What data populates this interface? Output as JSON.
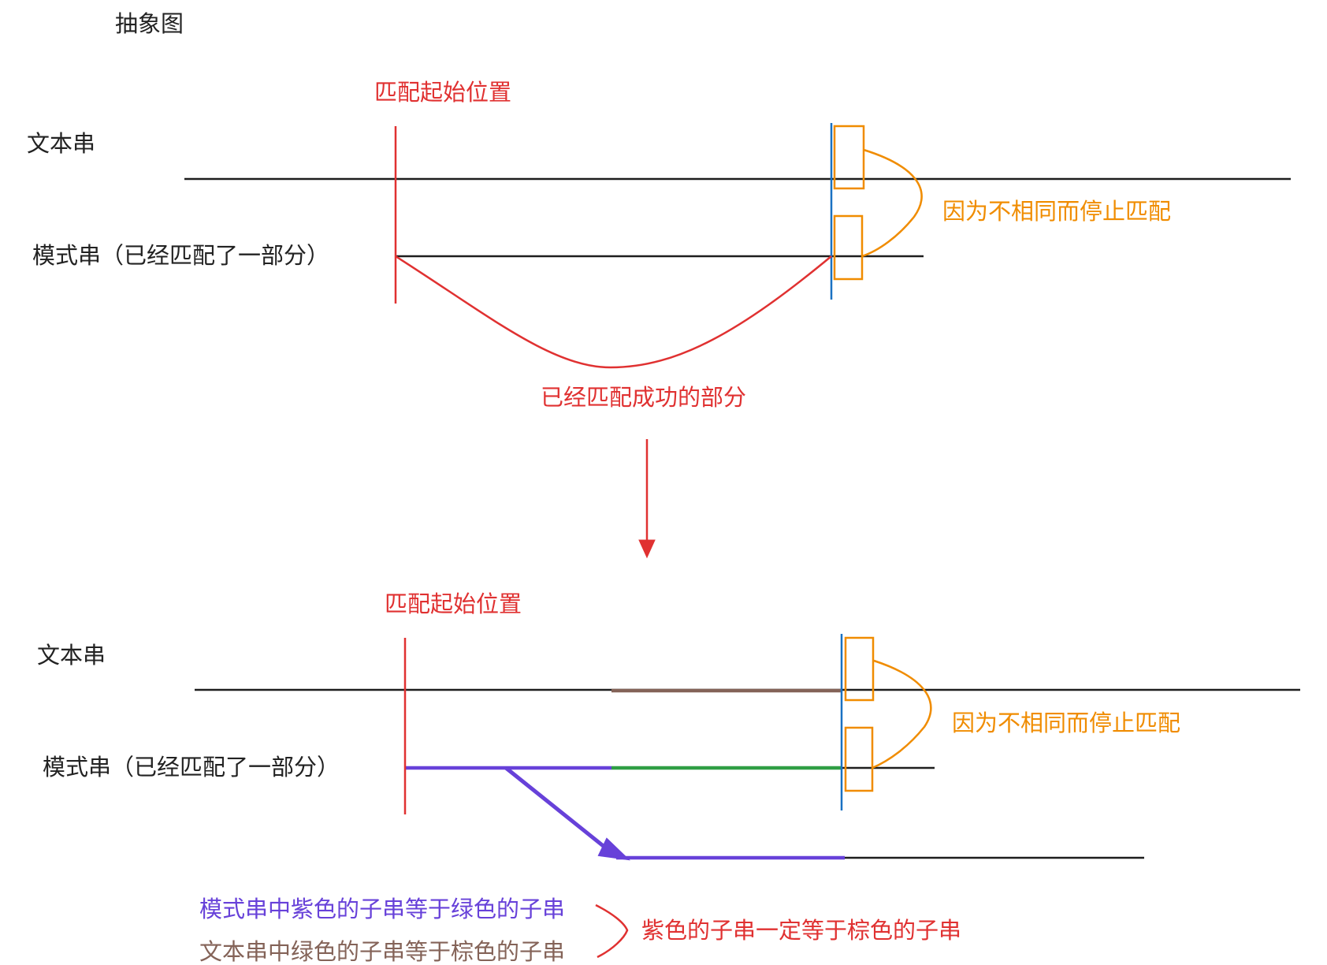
{
  "title": "抽象图",
  "top": {
    "start_label": "匹配起始位置",
    "text_label": "文本串",
    "pattern_label": "模式串（已经匹配了一部分）",
    "mismatch_label": "因为不相同而停止匹配",
    "matched_label": "已经匹配成功的部分"
  },
  "bottom": {
    "start_label": "匹配起始位置",
    "text_label": "文本串",
    "pattern_label": "模式串（已经匹配了一部分）",
    "mismatch_label": "因为不相同而停止匹配"
  },
  "notes": {
    "line1": "模式串中紫色的子串等于绿色的子串",
    "line2": "文本串中绿色的子串等于棕色的子串",
    "conclusion": "紫色的子串一定等于棕色的子串"
  },
  "colors": {
    "black": "#1e1e1e",
    "red": "#e03131",
    "blue": "#1971c2",
    "orange": "#f08c00",
    "purple": "#6741d9",
    "green": "#2f9e44",
    "brown": "#846358"
  }
}
